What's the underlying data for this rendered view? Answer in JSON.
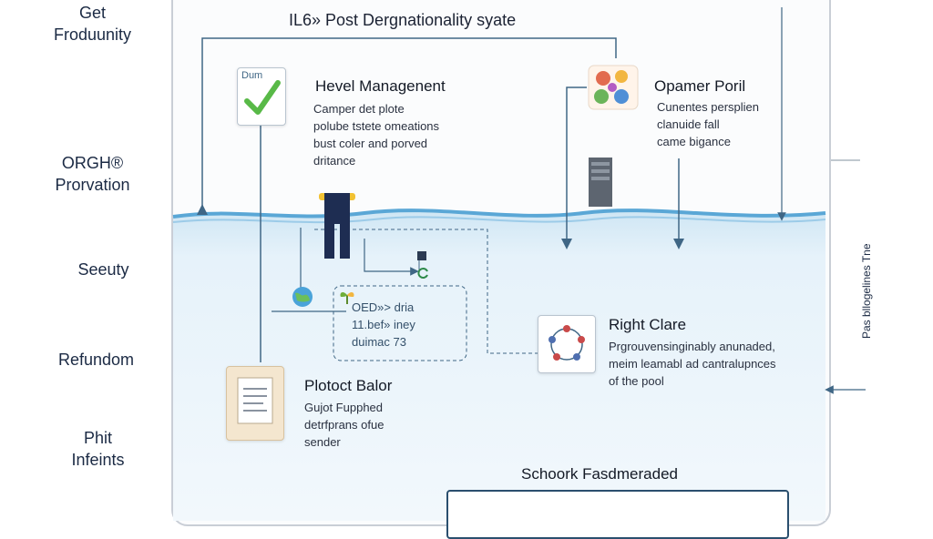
{
  "sidebar": {
    "items": [
      {
        "lines": [
          "Get",
          "Froduunity"
        ]
      },
      {
        "lines": [
          "ORGH®",
          "Prorvation"
        ]
      },
      {
        "lines": [
          "Seeuty"
        ]
      },
      {
        "lines": [
          "Refundom"
        ]
      },
      {
        "lines": [
          "Phit",
          "Infeints"
        ]
      }
    ]
  },
  "diagram": {
    "title": "IL6» Post Dergnationality syate",
    "nodes": {
      "level_management": {
        "icon_text": "Dum",
        "heading": "Hevel Managenent",
        "lines": [
          "Camper det plote",
          "polube tstete omeations",
          "bust coler and porved",
          "dritance"
        ]
      },
      "opamer": {
        "heading": "Opamer Poril",
        "lines": [
          "Cunentes persplien",
          "clanuide fall",
          "came bigance"
        ]
      },
      "mid_box": {
        "lines": [
          "OED»> dria",
          "11.bef» iney",
          "duimac 73"
        ]
      },
      "right_clare": {
        "heading": "Right Clare",
        "lines": [
          "Prgrouvensinginably anunaded,",
          "meim leamabl ad cantralupnces",
          "of the pool"
        ]
      },
      "protect": {
        "heading": "Plotoct Balor",
        "lines": [
          "Gujot Fupphed",
          "detrfprans ofue",
          "sender"
        ]
      },
      "footer": {
        "heading": "Schoork Fasdmeraded"
      }
    },
    "right_vertical_label": "Pas bllogelines Tne",
    "colors": {
      "water": "#7cbde0",
      "water_light": "#e8f3fa",
      "line": "#3f6685",
      "check": "#58b947"
    }
  }
}
